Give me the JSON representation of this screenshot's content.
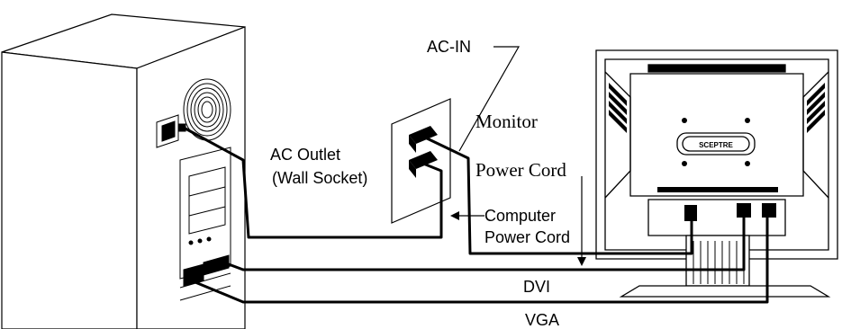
{
  "labels": {
    "ac_in": "AC-IN",
    "monitor_power_cord_line1": "Monitor",
    "monitor_power_cord_line2": "Power Cord",
    "ac_outlet_line1": "AC Outlet",
    "ac_outlet_line2": "(Wall Socket)",
    "computer_power_cord_line1": "Computer",
    "computer_power_cord_line2": "Power Cord",
    "dvi": "DVI",
    "vga": "VGA",
    "brand_logo": "SCEPTRE"
  },
  "colors": {
    "line": "#000000",
    "background": "#ffffff"
  }
}
